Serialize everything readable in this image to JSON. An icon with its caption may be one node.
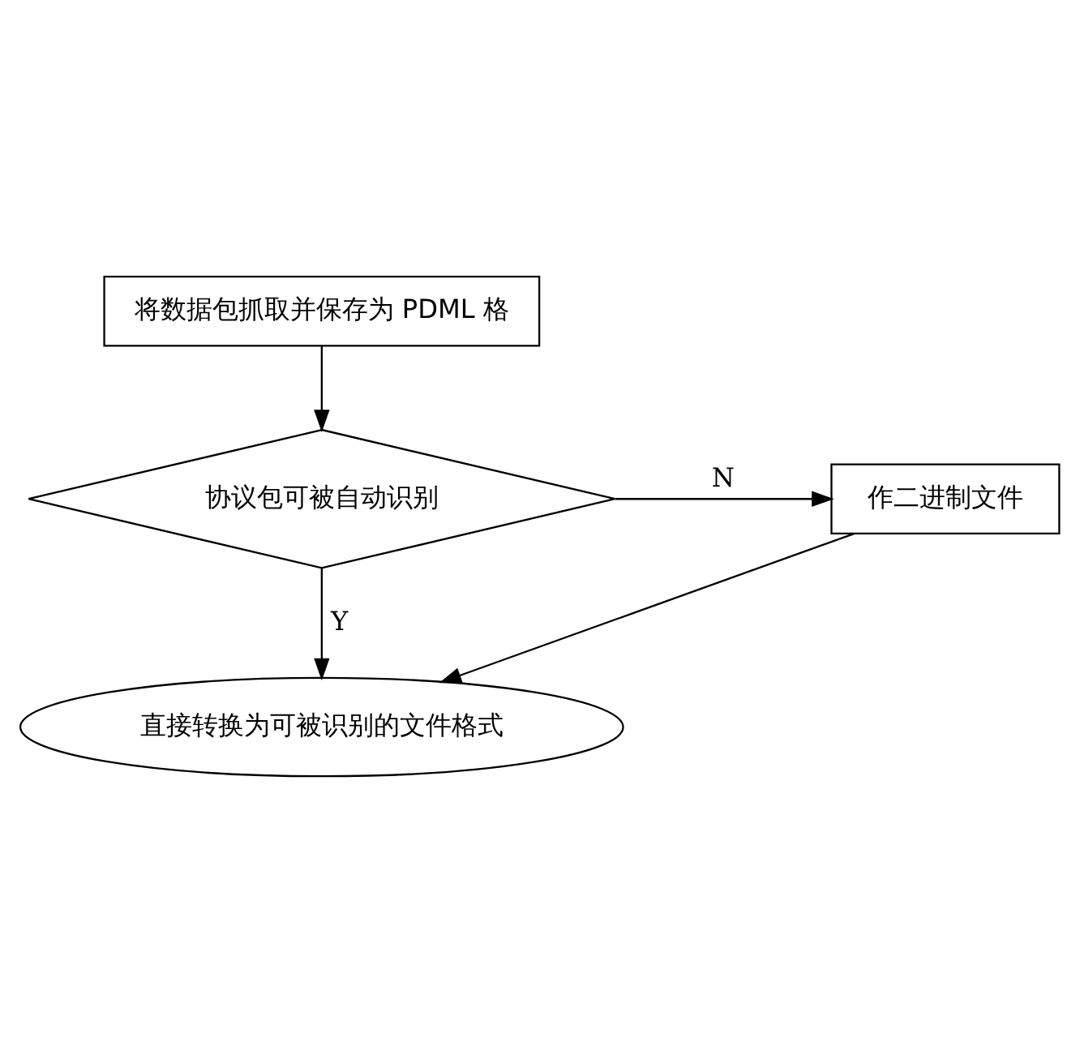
{
  "diagram": {
    "nodes": [
      {
        "text": [
          "将数据包抓取并保存为 PDML 格"
        ]
      },
      {
        "text": [
          "协议包可被自动识别"
        ]
      },
      {
        "text": [
          "作二进制文件"
        ]
      },
      {
        "text": [
          "直接转换为可被识别的文件格式"
        ]
      }
    ],
    "edges": [
      {
        "from": 0,
        "to": 1,
        "arrow": "to"
      },
      {
        "from": 1,
        "to": 2,
        "arrow": "to",
        "label": "N"
      },
      {
        "from": 1,
        "to": 3,
        "arrow": "to",
        "label": "Y"
      },
      {
        "from": 2,
        "to": 3,
        "arrow": "to"
      }
    ]
  }
}
